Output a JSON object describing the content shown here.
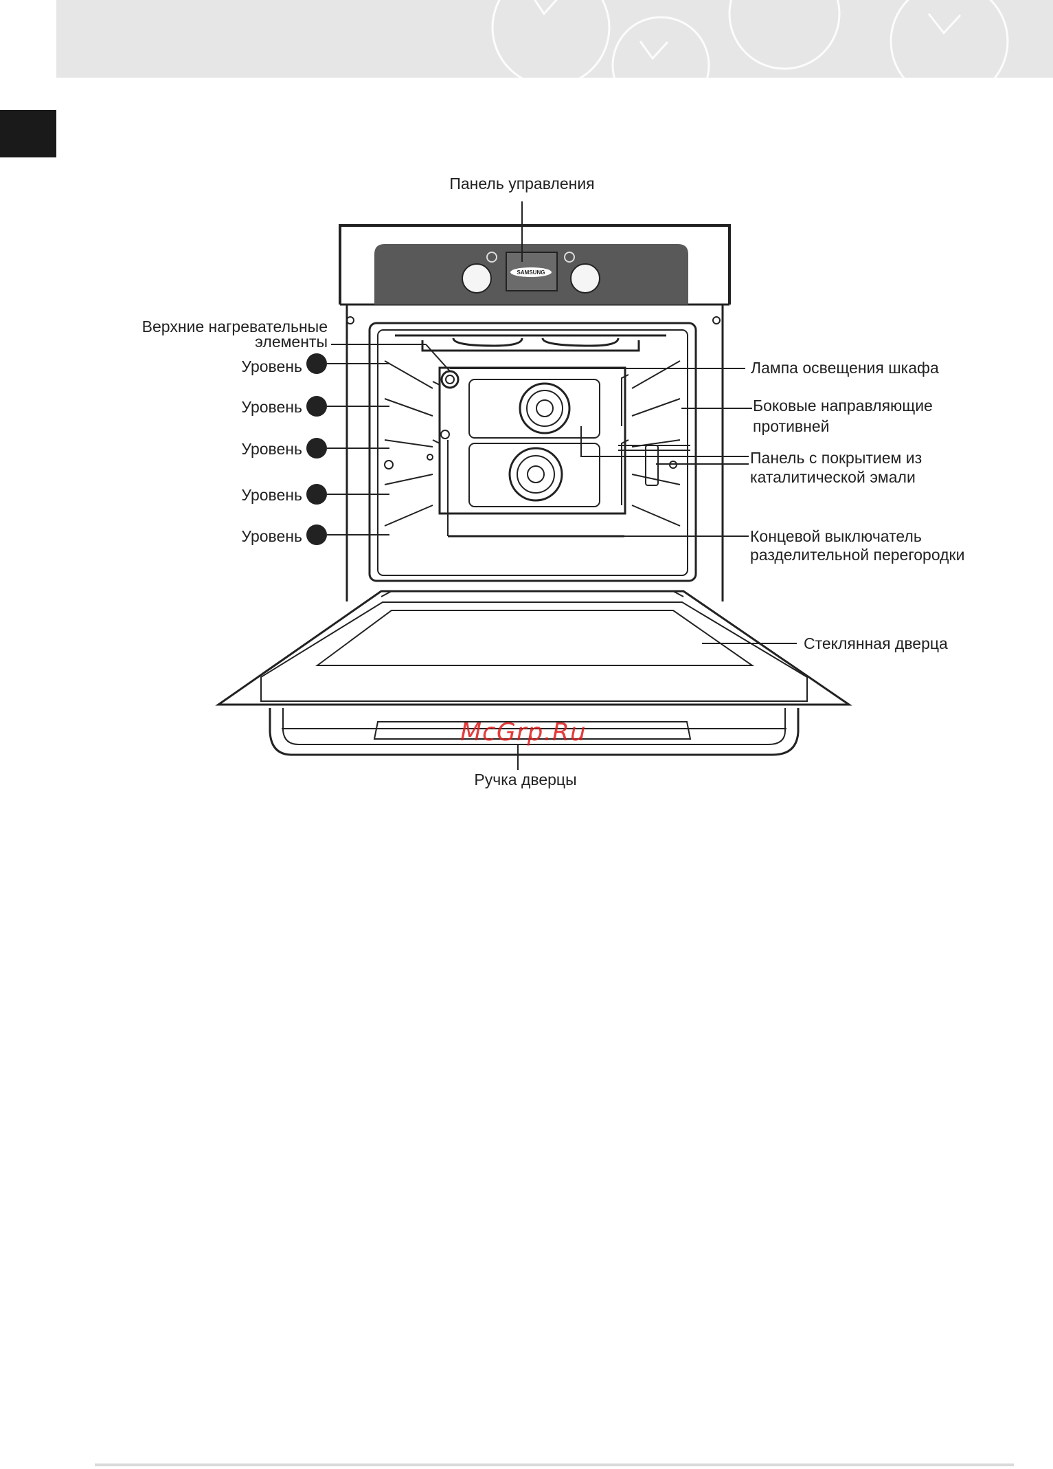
{
  "labels": {
    "control_panel": "Панель управления",
    "top_heating_line1": "Верхние нагревательные",
    "top_heating_line2": "элементы",
    "level": "Уровень",
    "lamp": "Лампа освещения шкафа",
    "side_guides_line1": "Боковые направляющие",
    "side_guides_line2": "противней",
    "catalytic_line1": "Панель с покрытием из",
    "catalytic_line2": "каталитической эмали",
    "limit_switch_line1": "Концевой выключатель",
    "limit_switch_line2": "разделительной перегородки",
    "glass_door": "Стеклянная дверца",
    "door_handle": "Ручка дверцы"
  },
  "brand": "SAMSUNG",
  "watermark": "McGrp.Ru",
  "colors": {
    "header_band": "#e6e6e6",
    "side_tab": "#1a1a1a",
    "panel_dark": "#595959",
    "watermark": "#e01b1b"
  }
}
